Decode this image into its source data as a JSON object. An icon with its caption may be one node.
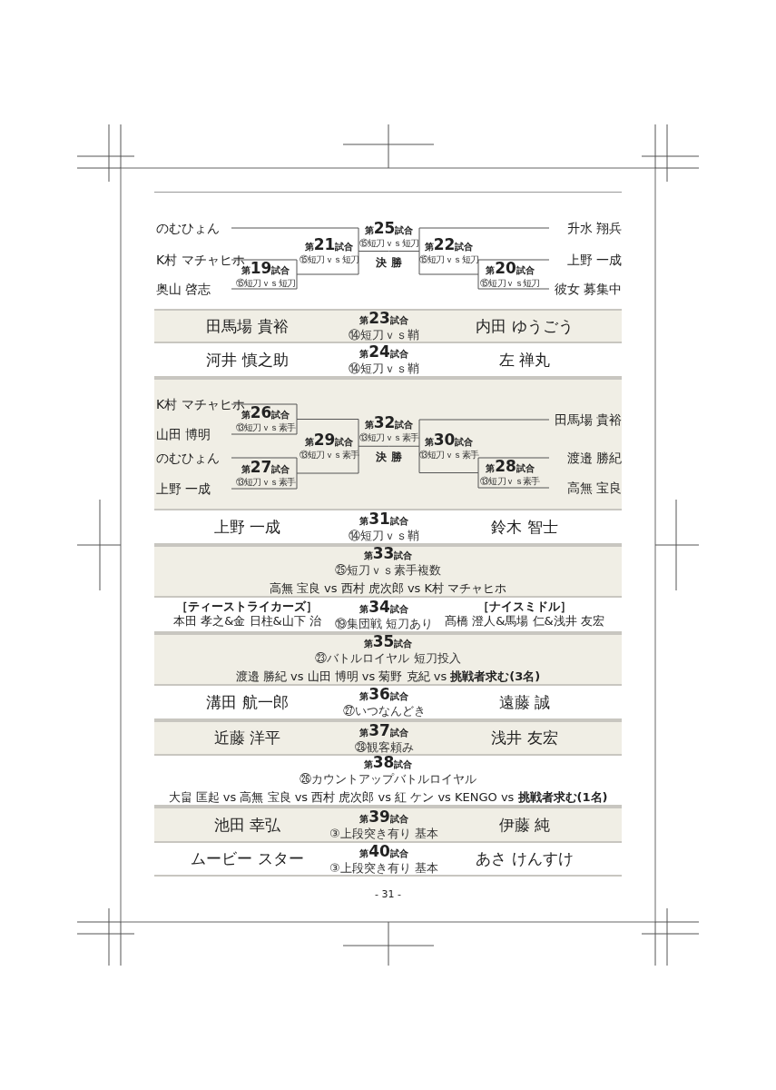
{
  "diagram": {
    "nodes": [
      {
        "text": [
          "のむひょん"
        ]
      },
      {
        "text": [
          "K村 マチャヒホ"
        ]
      },
      {
        "text": [
          "奥山 啓志"
        ]
      },
      {
        "text": [
          "第19試合",
          "⑮短刀ｖｓ短刀"
        ]
      },
      {
        "text": [
          "第21試合",
          "⑮短刀ｖｓ短刀"
        ]
      },
      {
        "text": [
          "第25試合",
          "⑮短刀ｖｓ短刀"
        ],
        "beside": [
          "決 勝"
        ]
      },
      {
        "text": [
          "第22試合",
          "⑮短刀ｖｓ短刀"
        ]
      },
      {
        "text": [
          "第20試合",
          "⑮短刀ｖｓ短刀"
        ]
      },
      {
        "text": [
          "升水 翔兵"
        ]
      },
      {
        "text": [
          "上野 一成"
        ]
      },
      {
        "text": [
          "彼女 募集中"
        ]
      },
      {
        "text": [
          "田馬場 貴裕",
          "第23試合",
          "⑭短刀ｖｓ鞘",
          "内田 ゆうごう"
        ]
      },
      {
        "text": [
          "河井 慎之助",
          "第24試合",
          "⑭短刀ｖｓ鞘",
          "左 禅丸"
        ]
      },
      {
        "text": [],
        "shape": "band"
      },
      {
        "text": [
          "K村 マチャヒホ"
        ],
        "in": 13
      },
      {
        "text": [
          "山田 博明"
        ],
        "in": 13
      },
      {
        "text": [
          "のむひょん"
        ],
        "in": 13
      },
      {
        "text": [
          "上野 一成"
        ],
        "in": 13
      },
      {
        "text": [
          "第26試合",
          "⑬短刀ｖｓ素手"
        ],
        "in": 13
      },
      {
        "text": [
          "第27試合",
          "⑬短刀ｖｓ素手"
        ],
        "in": 13
      },
      {
        "text": [
          "第29試合",
          "⑬短刀ｖｓ素手"
        ],
        "in": 13
      },
      {
        "text": [
          "第32試合",
          "⑬短刀ｖｓ素手"
        ],
        "beside": [
          "決 勝"
        ],
        "in": 13
      },
      {
        "text": [
          "第30試合",
          "⑬短刀ｖｓ素手"
        ],
        "in": 13
      },
      {
        "text": [
          "第28試合",
          "⑬短刀ｖｓ素手"
        ],
        "in": 13
      },
      {
        "text": [
          "田馬場 貴裕"
        ],
        "in": 13
      },
      {
        "text": [
          "渡邉 勝紀"
        ],
        "in": 13
      },
      {
        "text": [
          "高無 宝良"
        ],
        "in": 13
      },
      {
        "text": [
          "上野 一成",
          "第31試合",
          "⑭短刀ｖｓ鞘",
          "鈴木 智士"
        ]
      },
      {
        "text": [
          "第33試合",
          "㉕短刀ｖｓ素手複数",
          "高無 宝良 vs 西村 虎次郎 vs K村 マチャヒホ"
        ]
      },
      {
        "text": [
          "［ティーストライカーズ］",
          "本田 孝之&金 日柱&山下 治",
          "第34試合",
          "⑲集団戦 短刀あり",
          "［ナイスミドル］",
          "髙橋 澄人&馬場 仁&浅井 友宏"
        ]
      },
      {
        "text": [
          "第35試合",
          "㉓バトルロイヤル 短刀投入",
          "渡邉 勝紀 vs 山田 博明 vs 菊野 克紀 vs **挑戦者求む(3名)**"
        ]
      },
      {
        "text": [
          "溝田 航一郎",
          "第36試合",
          "㉗いつなんどき",
          "遠藤 誠"
        ]
      },
      {
        "text": [
          "近藤 洋平",
          "第37試合",
          "㉘観客頼み",
          "浅井 友宏"
        ]
      },
      {
        "text": [
          "第38試合",
          "㉖カウントアップバトルロイヤル",
          "大畠 匡起 vs 高無 宝良 vs 西村 虎次郎 vs 紅 ケン vs KENGO vs **挑戦者求む(1名)**"
        ]
      },
      {
        "text": [
          "池田 幸弘",
          "第39試合",
          "③上段突き有り 基本",
          "伊藤 純"
        ]
      },
      {
        "text": [
          "ムービー スター",
          "第40試合",
          "③上段突き有り 基本",
          "あさ けんすけ"
        ]
      }
    ],
    "edges": [
      {
        "from": 1,
        "to": 3,
        "arrow": "none"
      },
      {
        "from": 2,
        "to": 3,
        "arrow": "none"
      },
      {
        "from": 0,
        "to": 4,
        "arrow": "none"
      },
      {
        "from": 3,
        "to": 4,
        "arrow": "none"
      },
      {
        "from": 4,
        "to": 5,
        "arrow": "none"
      },
      {
        "from": 6,
        "to": 5,
        "arrow": "none"
      },
      {
        "from": 8,
        "to": 6,
        "arrow": "none"
      },
      {
        "from": 7,
        "to": 6,
        "arrow": "none"
      },
      {
        "from": 9,
        "to": 7,
        "arrow": "none"
      },
      {
        "from": 10,
        "to": 7,
        "arrow": "none"
      },
      {
        "from": 14,
        "to": 18,
        "arrow": "none"
      },
      {
        "from": 15,
        "to": 18,
        "arrow": "none"
      },
      {
        "from": 16,
        "to": 19,
        "arrow": "none"
      },
      {
        "from": 17,
        "to": 19,
        "arrow": "none"
      },
      {
        "from": 18,
        "to": 20,
        "arrow": "none"
      },
      {
        "from": 19,
        "to": 20,
        "arrow": "none"
      },
      {
        "from": 20,
        "to": 21,
        "arrow": "none"
      },
      {
        "from": 22,
        "to": 21,
        "arrow": "none"
      },
      {
        "from": 24,
        "to": 22,
        "arrow": "none"
      },
      {
        "from": 23,
        "to": 22,
        "arrow": "none"
      },
      {
        "from": 25,
        "to": 23,
        "arrow": "none"
      },
      {
        "from": 26,
        "to": 23,
        "arrow": "none"
      }
    ],
    "labels": [
      "- 31 -"
    ]
  }
}
